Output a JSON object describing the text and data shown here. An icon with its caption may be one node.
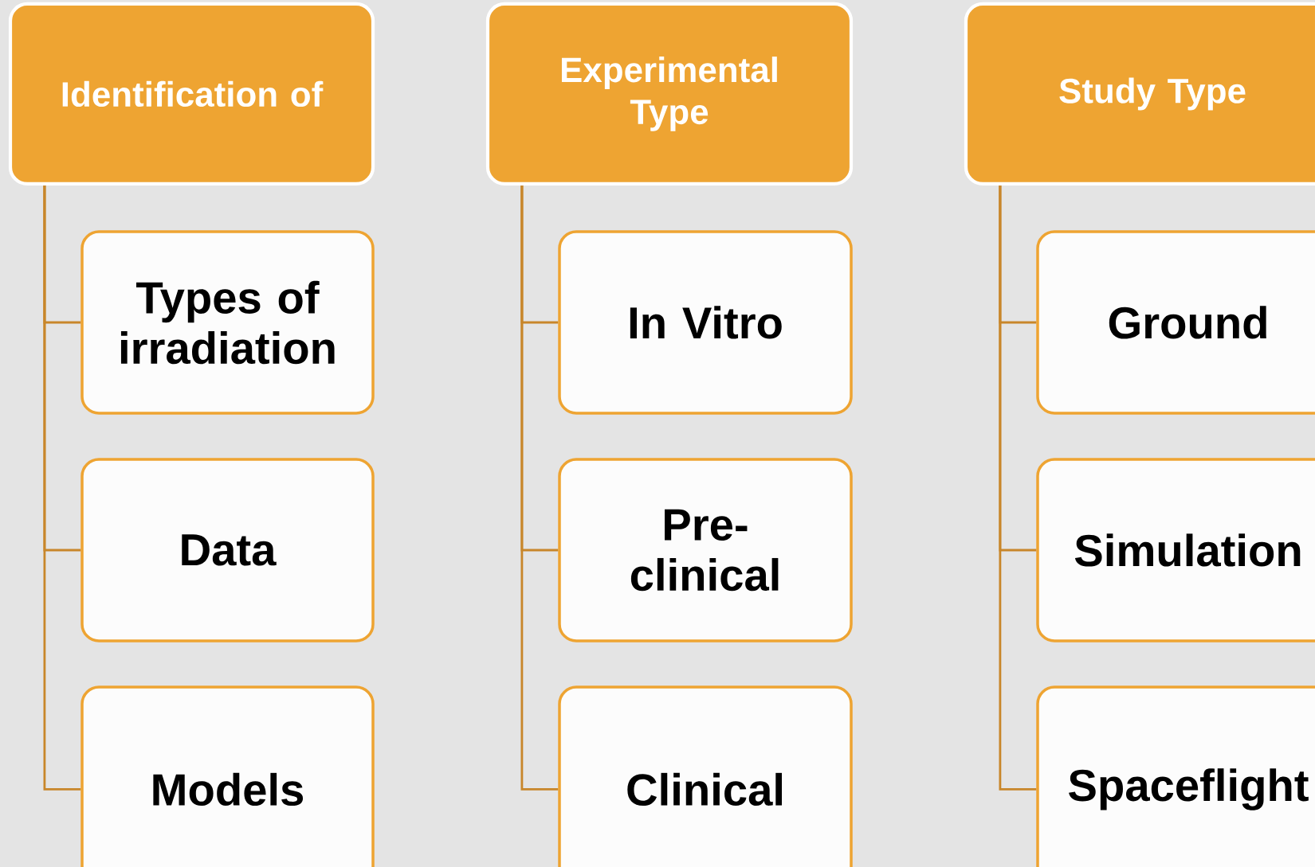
{
  "diagram": {
    "nodes": [
      {
        "text": [
          "Identification of"
        ]
      },
      {
        "text": [
          "Types of irradiation"
        ]
      },
      {
        "text": [
          "Data"
        ]
      },
      {
        "text": [
          "Models"
        ]
      },
      {
        "text": [
          "Experimental Type"
        ]
      },
      {
        "text": [
          "In Vitro"
        ]
      },
      {
        "text": [
          "Pre-clinical"
        ]
      },
      {
        "text": [
          "Clinical"
        ]
      },
      {
        "text": [
          "Study Type"
        ]
      },
      {
        "text": [
          "Ground"
        ]
      },
      {
        "text": [
          "Simulation"
        ]
      },
      {
        "text": [
          "Spaceflight"
        ]
      }
    ],
    "edges": [
      {
        "from": 0,
        "to": 1,
        "arrow": "none"
      },
      {
        "from": 0,
        "to": 2,
        "arrow": "none"
      },
      {
        "from": 0,
        "to": 3,
        "arrow": "none"
      },
      {
        "from": 4,
        "to": 5,
        "arrow": "none"
      },
      {
        "from": 4,
        "to": 6,
        "arrow": "none"
      },
      {
        "from": 4,
        "to": 7,
        "arrow": "none"
      },
      {
        "from": 8,
        "to": 9,
        "arrow": "none"
      },
      {
        "from": 8,
        "to": 10,
        "arrow": "none"
      },
      {
        "from": 8,
        "to": 11,
        "arrow": "none"
      }
    ]
  }
}
